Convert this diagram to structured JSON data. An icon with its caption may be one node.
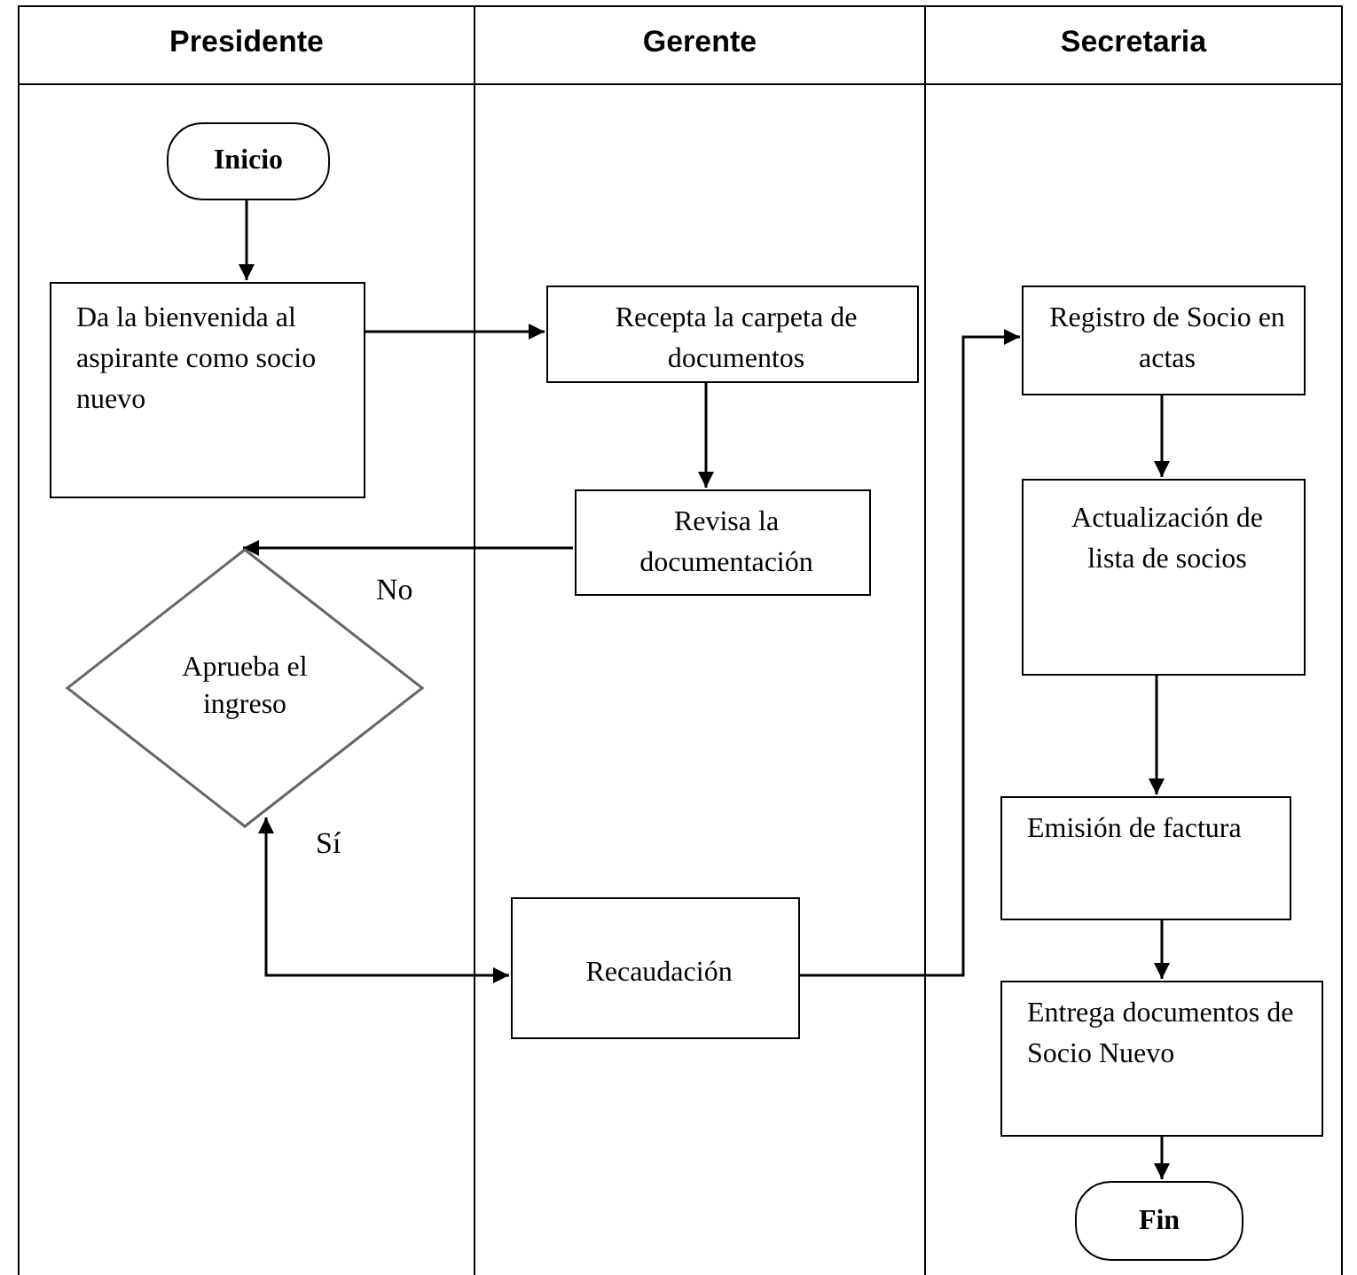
{
  "diagram": {
    "nodes": [
      {
        "text": [
          "Presidente"
        ]
      },
      {
        "text": [
          "Gerente"
        ]
      },
      {
        "text": [
          "Secretaria"
        ]
      },
      {
        "text": [
          "Inicio"
        ],
        "in": 0
      },
      {
        "text": [
          "Da la bienvenida al aspirante como socio nuevo"
        ],
        "in": 0
      },
      {
        "text": [
          "Recepta la carpeta de documentos"
        ],
        "in": 1
      },
      {
        "text": [
          "Revisa la documentación"
        ],
        "in": 1
      },
      {
        "text": [
          "Aprueba el ingreso"
        ],
        "in": 0
      },
      {
        "text": [
          "Recaudación"
        ],
        "in": 1
      },
      {
        "text": [
          "Registro de Socio en actas"
        ],
        "in": 2
      },
      {
        "text": [
          "Actualización de lista de socios"
        ],
        "in": 2
      },
      {
        "text": [
          "Emisión de factura"
        ],
        "in": 2
      },
      {
        "text": [
          "Entrega documentos de Socio Nuevo"
        ],
        "in": 2
      },
      {
        "text": [
          "Fin"
        ],
        "in": 2
      }
    ],
    "edges": [
      {
        "from": 3,
        "to": 4,
        "arrow": "to"
      },
      {
        "from": 4,
        "to": 5,
        "arrow": "to"
      },
      {
        "from": 5,
        "to": 6,
        "arrow": "to"
      },
      {
        "from": 6,
        "to": 7,
        "arrow": "to",
        "label": "No"
      },
      {
        "from": 7,
        "to": 8,
        "arrow": "both",
        "label": "Sí"
      },
      {
        "from": 8,
        "to": 9,
        "arrow": "to"
      },
      {
        "from": 9,
        "to": 10,
        "arrow": "to"
      },
      {
        "from": 10,
        "to": 11,
        "arrow": "to"
      },
      {
        "from": 11,
        "to": 12,
        "arrow": "to"
      },
      {
        "from": 12,
        "to": 13,
        "arrow": "to"
      }
    ]
  }
}
